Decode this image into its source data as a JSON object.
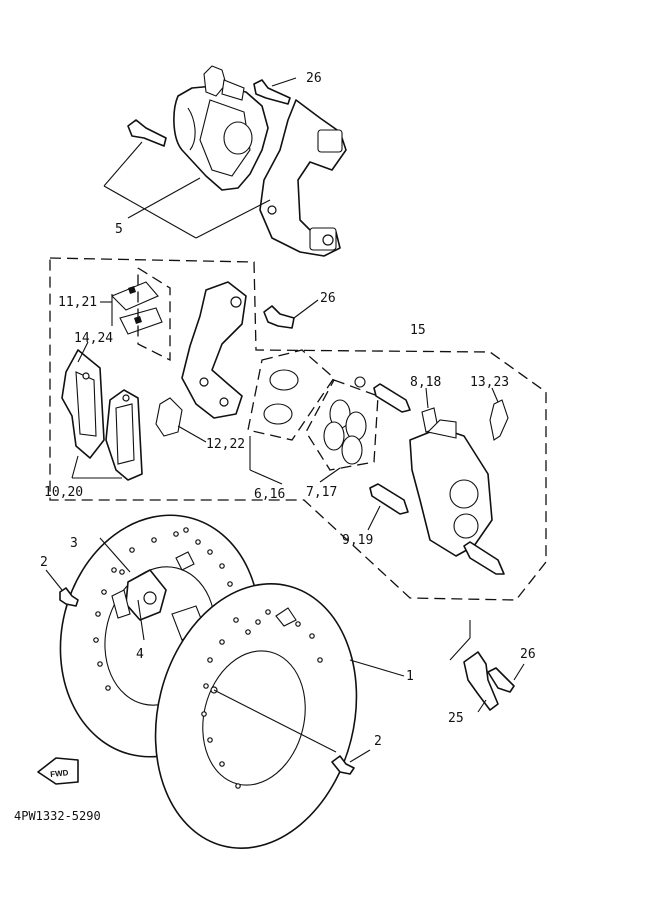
{
  "labels": {
    "l1": "1",
    "l2a": "2",
    "l2b": "2",
    "l3": "3",
    "l4": "4",
    "l5": "5",
    "l6_16": "6,16",
    "l7_17": "7,17",
    "l8_18": "8,18",
    "l9_19": "9,19",
    "l10_20": "10,20",
    "l11_21": "11,21",
    "l12_22": "12,22",
    "l13_23": "13,23",
    "l14_24": "14,24",
    "l15": "15",
    "l25": "25",
    "l26a": "26",
    "l26b": "26",
    "l26c": "26"
  },
  "fwd_badge": "FWD",
  "diagram_code": "4PW1332-5290"
}
